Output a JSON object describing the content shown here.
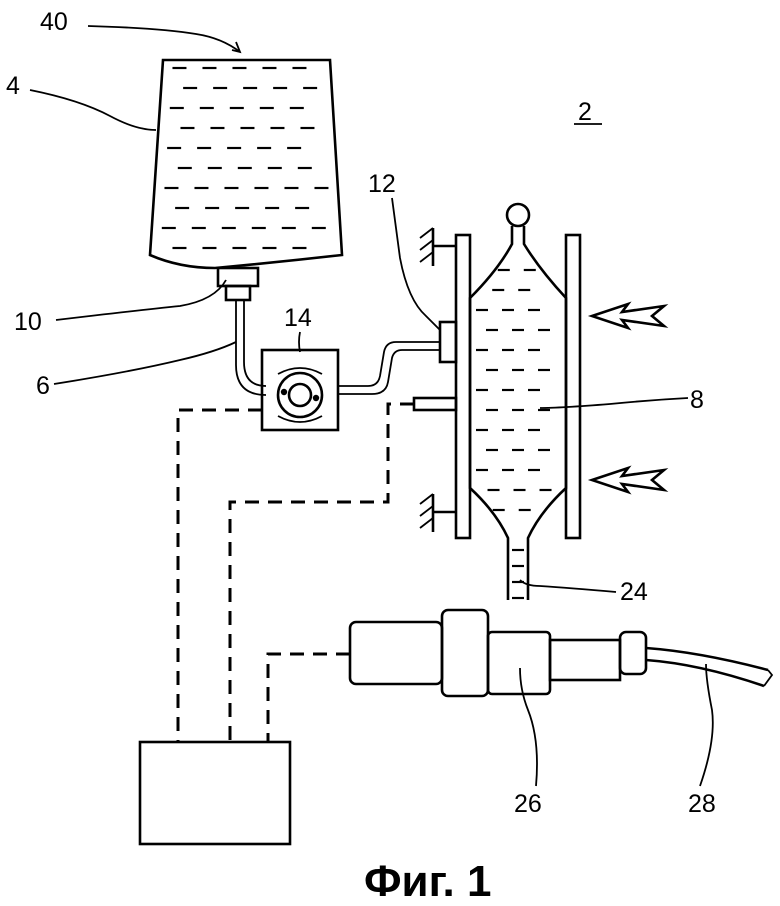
{
  "figure": {
    "caption": "Фиг. 1",
    "system_ref": "2",
    "labels": {
      "l40": "40",
      "l4": "4",
      "l2": "2",
      "l12": "12",
      "l14": "14",
      "l10": "10",
      "l6": "6",
      "l8": "8",
      "l24": "24",
      "l26": "26",
      "l28": "28"
    }
  }
}
